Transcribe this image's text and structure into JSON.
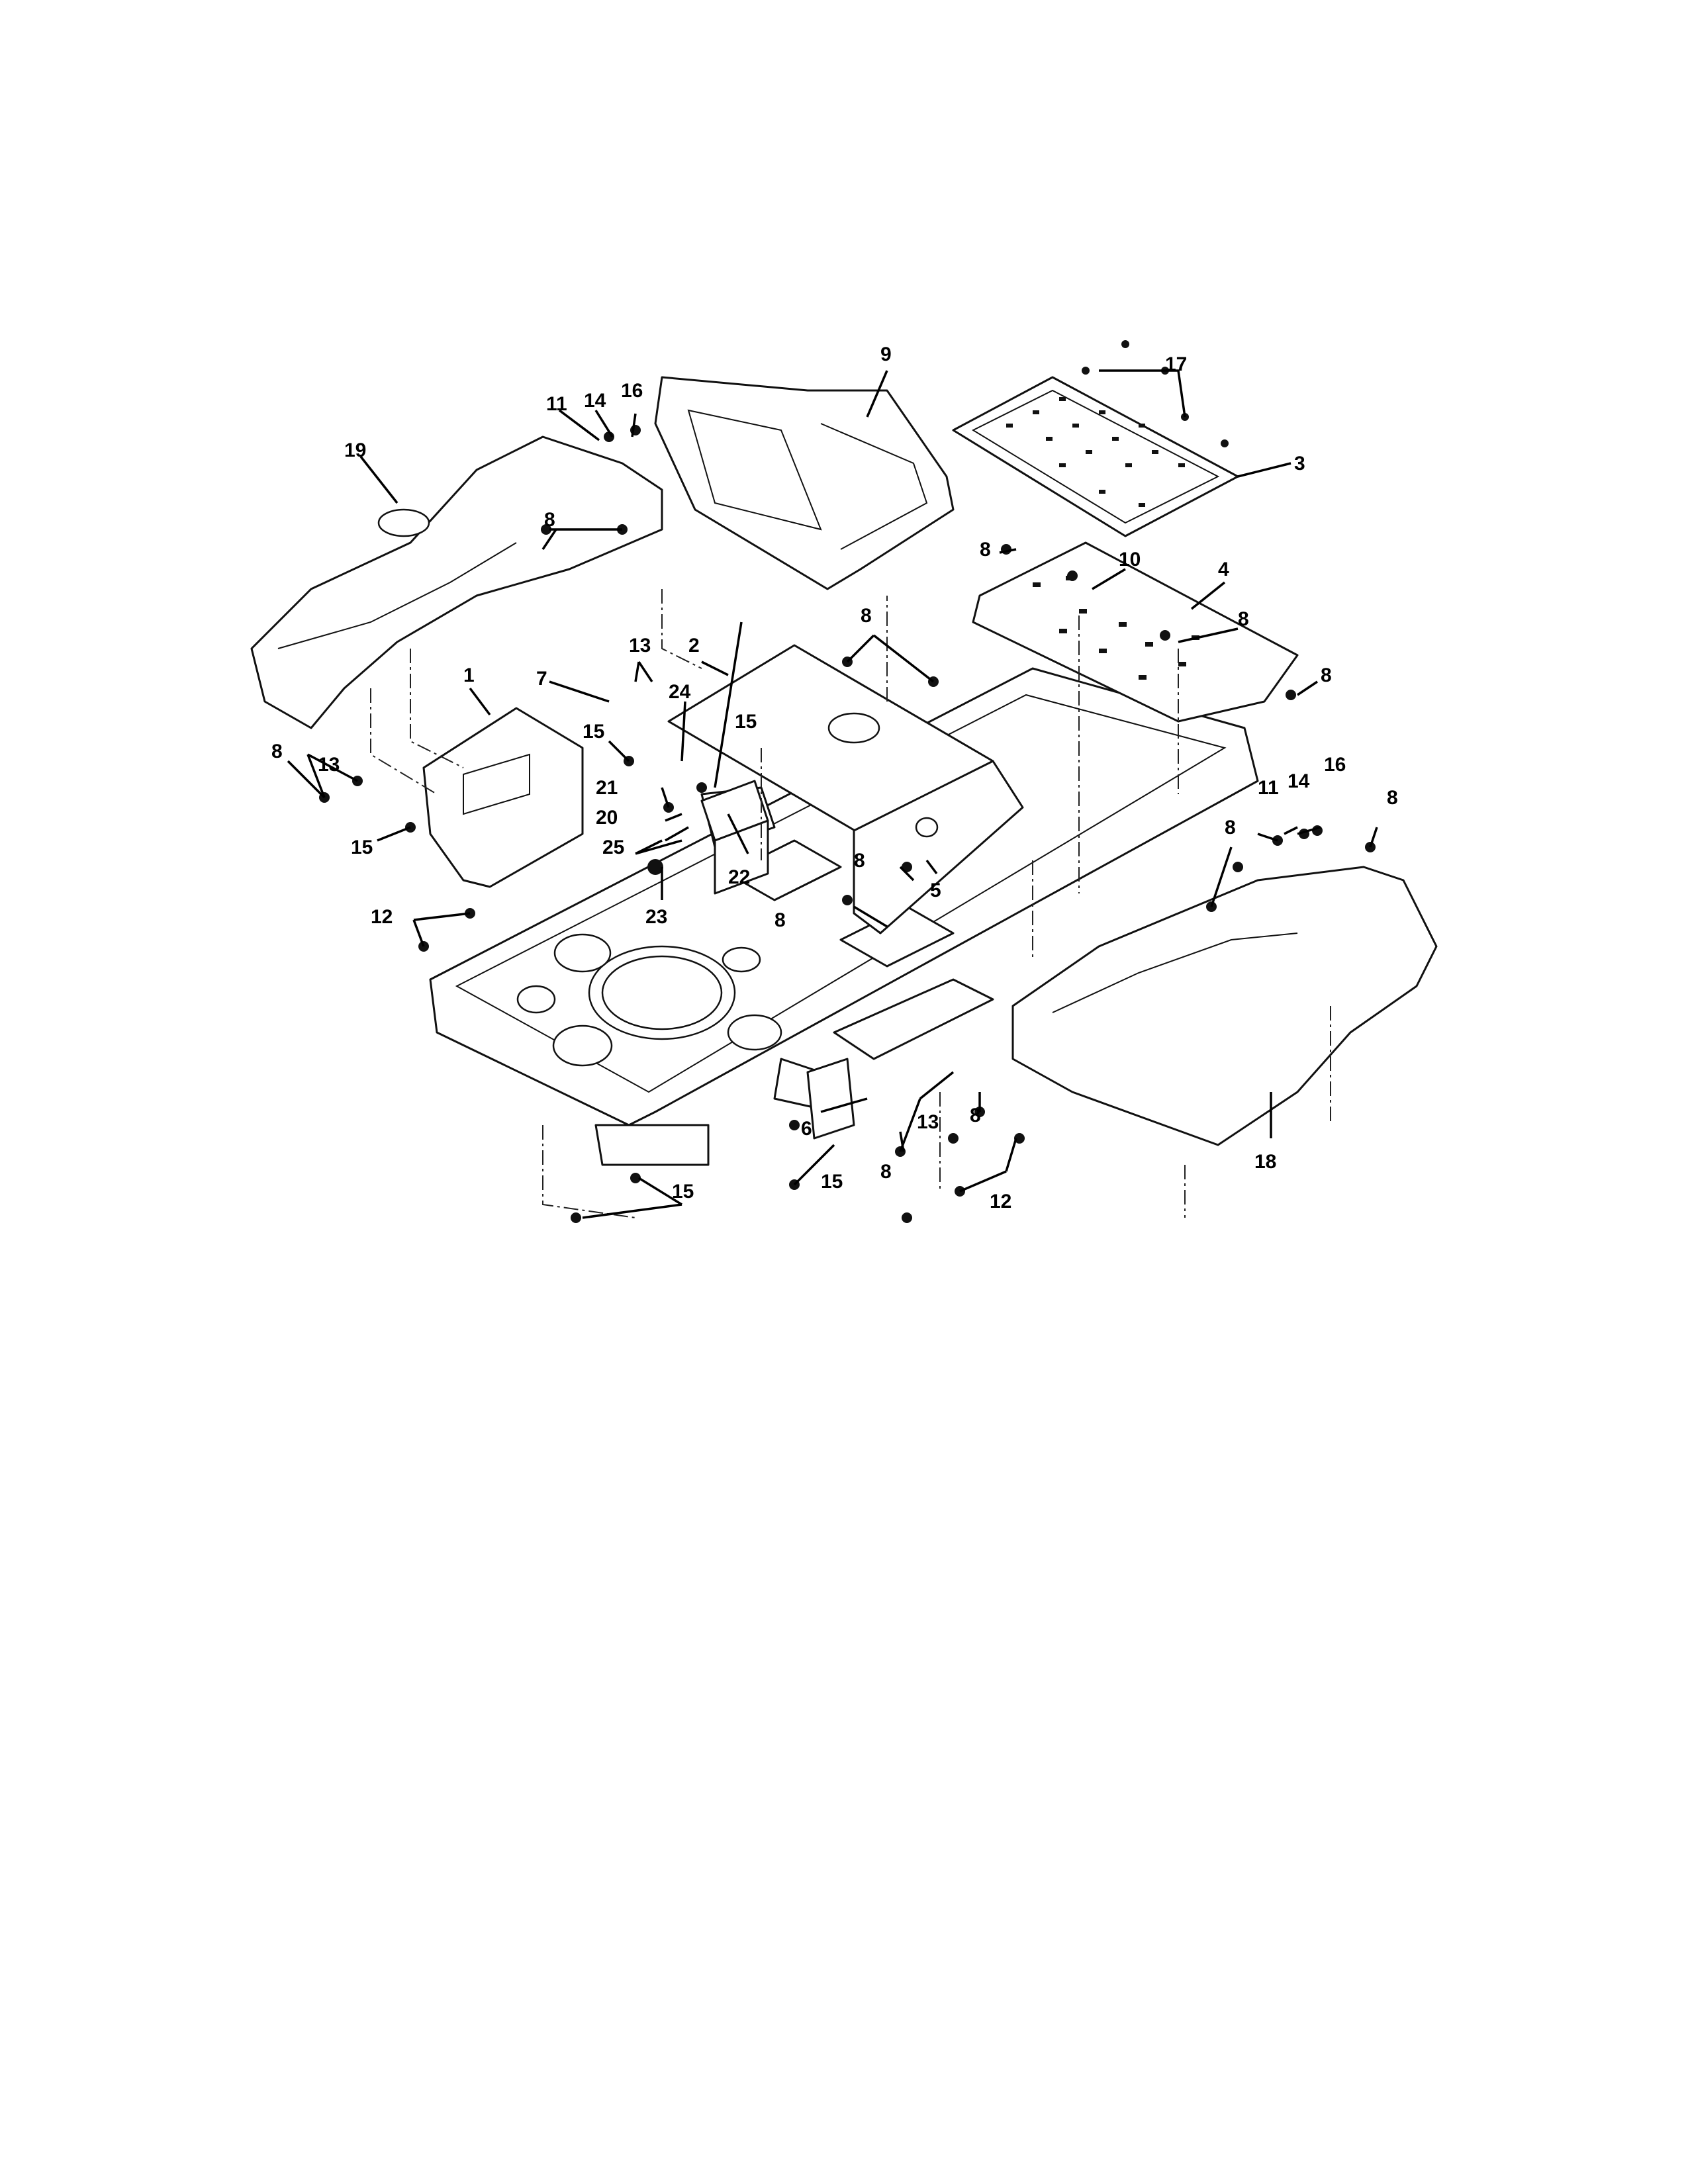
{
  "callouts": {
    "c1": "1",
    "c2": "2",
    "c3": "3",
    "c4": "4",
    "c5": "5",
    "c6": "6",
    "c7": "7",
    "c8a": "8",
    "c8b": "8",
    "c8c": "8",
    "c8d": "8",
    "c8e": "8",
    "c8f": "8",
    "c8g": "8",
    "c8h": "8",
    "c8i": "8",
    "c8j": "8",
    "c8k": "8",
    "c8l": "8",
    "c9": "9",
    "c10": "10",
    "c11a": "11",
    "c11b": "11",
    "c12a": "12",
    "c12b": "12",
    "c13a": "13",
    "c13b": "13",
    "c13c": "13",
    "c14a": "14",
    "c14b": "14",
    "c15a": "15",
    "c15b": "15",
    "c15c": "15",
    "c15d": "15",
    "c15e": "15",
    "c16a": "16",
    "c16b": "16",
    "c17": "17",
    "c18": "18",
    "c19": "19",
    "c20": "20",
    "c21": "21",
    "c22": "22",
    "c23": "23",
    "c24": "24",
    "c25": "25"
  }
}
